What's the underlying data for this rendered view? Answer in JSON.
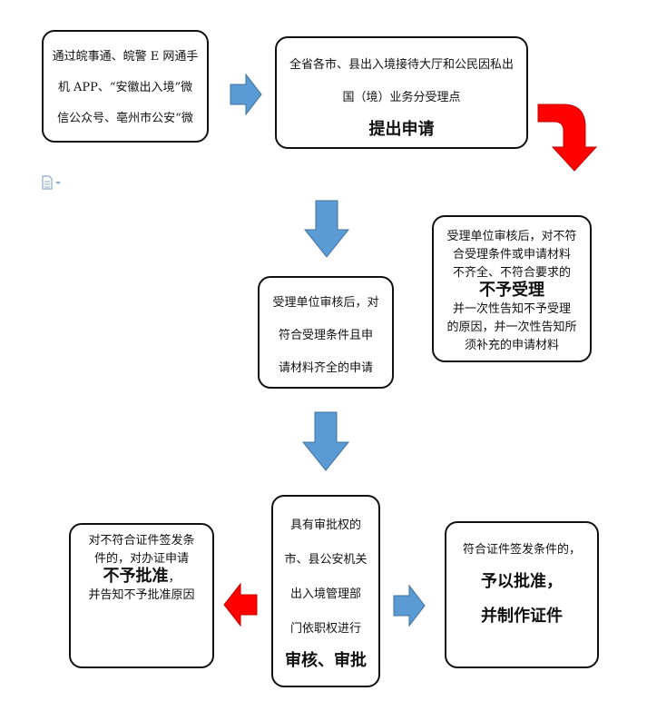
{
  "box_channels": {
    "lines": [
      "通过皖事通、皖警 E 网通手",
      "机 APP、“安徽出入境”微",
      "信公众号、亳州市公安“微"
    ]
  },
  "box_apply": {
    "lines": [
      "全省各市、县出入境接待大厅和公民因私出",
      "国（境）业务分受理点"
    ],
    "emphasis": "提出申请"
  },
  "box_reject": {
    "lines_top": [
      "受理单位审核后，对不符",
      "合受理条件或申请材料",
      "不齐全、不符合要求的"
    ],
    "emphasis": "不予受理",
    "lines_bottom": [
      "并一次性告知不予受理",
      "的原因，并一次性告知所",
      "须补充的申请材料"
    ]
  },
  "box_accept": {
    "lines": [
      "受理单位审核后，对",
      "符合受理条件且申",
      "请材料齐全的申请"
    ]
  },
  "box_review": {
    "lines": [
      "具有审批权的",
      "市、县公安机关",
      "出入境管理部",
      "门依职权进行"
    ],
    "emphasis": "审核、审批"
  },
  "box_deny": {
    "lines_top": [
      "对不符合证件签发条",
      "件的，对办证申请"
    ],
    "emphasis": "不予批准",
    "emphasis_tail": "，",
    "lines_bottom": [
      "并告知不予批准原因"
    ]
  },
  "box_approve": {
    "line": "符合证件签发条件的，",
    "emphasis_lines": [
      "予以批准，",
      "并制作证件"
    ]
  },
  "colors": {
    "blue_arrow": "#5b9bd5",
    "red_arrow": "#ff0000",
    "icon": "#8fa8c8"
  },
  "icons": {
    "doc": "document-icon"
  }
}
